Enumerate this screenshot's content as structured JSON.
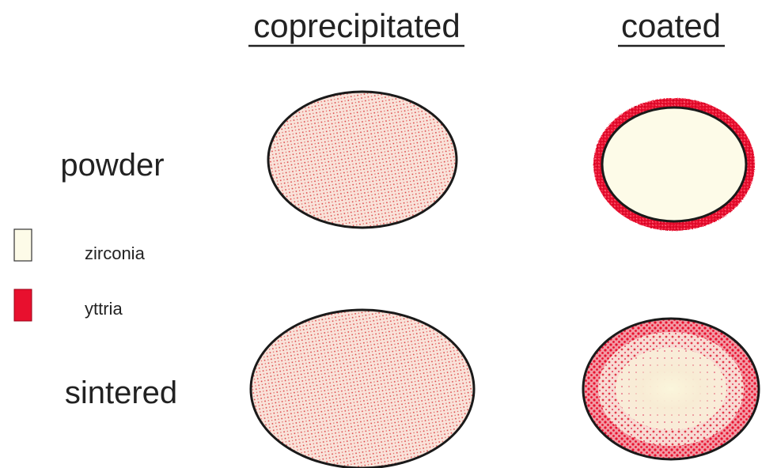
{
  "columns": {
    "coprecipitated": "coprecipitated",
    "coated": "coated"
  },
  "rows": {
    "powder": "powder",
    "sintered": "sintered"
  },
  "legend": {
    "zirconia": {
      "label": "zirconia",
      "color": "#fdfbe8"
    },
    "yttria": {
      "label": "yttria",
      "color": "#e8102e"
    }
  },
  "colors": {
    "zirconia_fill": "#fdfbe8",
    "yttria_red": "#e8102e",
    "mixed_tint": "#f8e0d8",
    "outline": "#1a1a1a"
  }
}
